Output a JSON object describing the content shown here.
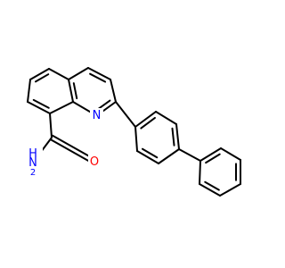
{
  "molecule": {
    "atoms": {
      "nitrogen_ring": {
        "symbol": "N",
        "color": "#0000ff"
      },
      "oxygen": {
        "symbol": "O",
        "color": "#ff0000"
      },
      "amide_h": {
        "symbol": "H",
        "color": "#0000ff"
      },
      "amide_n": {
        "symbol": "N",
        "color": "#0000ff"
      },
      "amide_n_sub": {
        "symbol": "2",
        "color": "#0000ff"
      }
    },
    "bond_color": "#000000"
  }
}
